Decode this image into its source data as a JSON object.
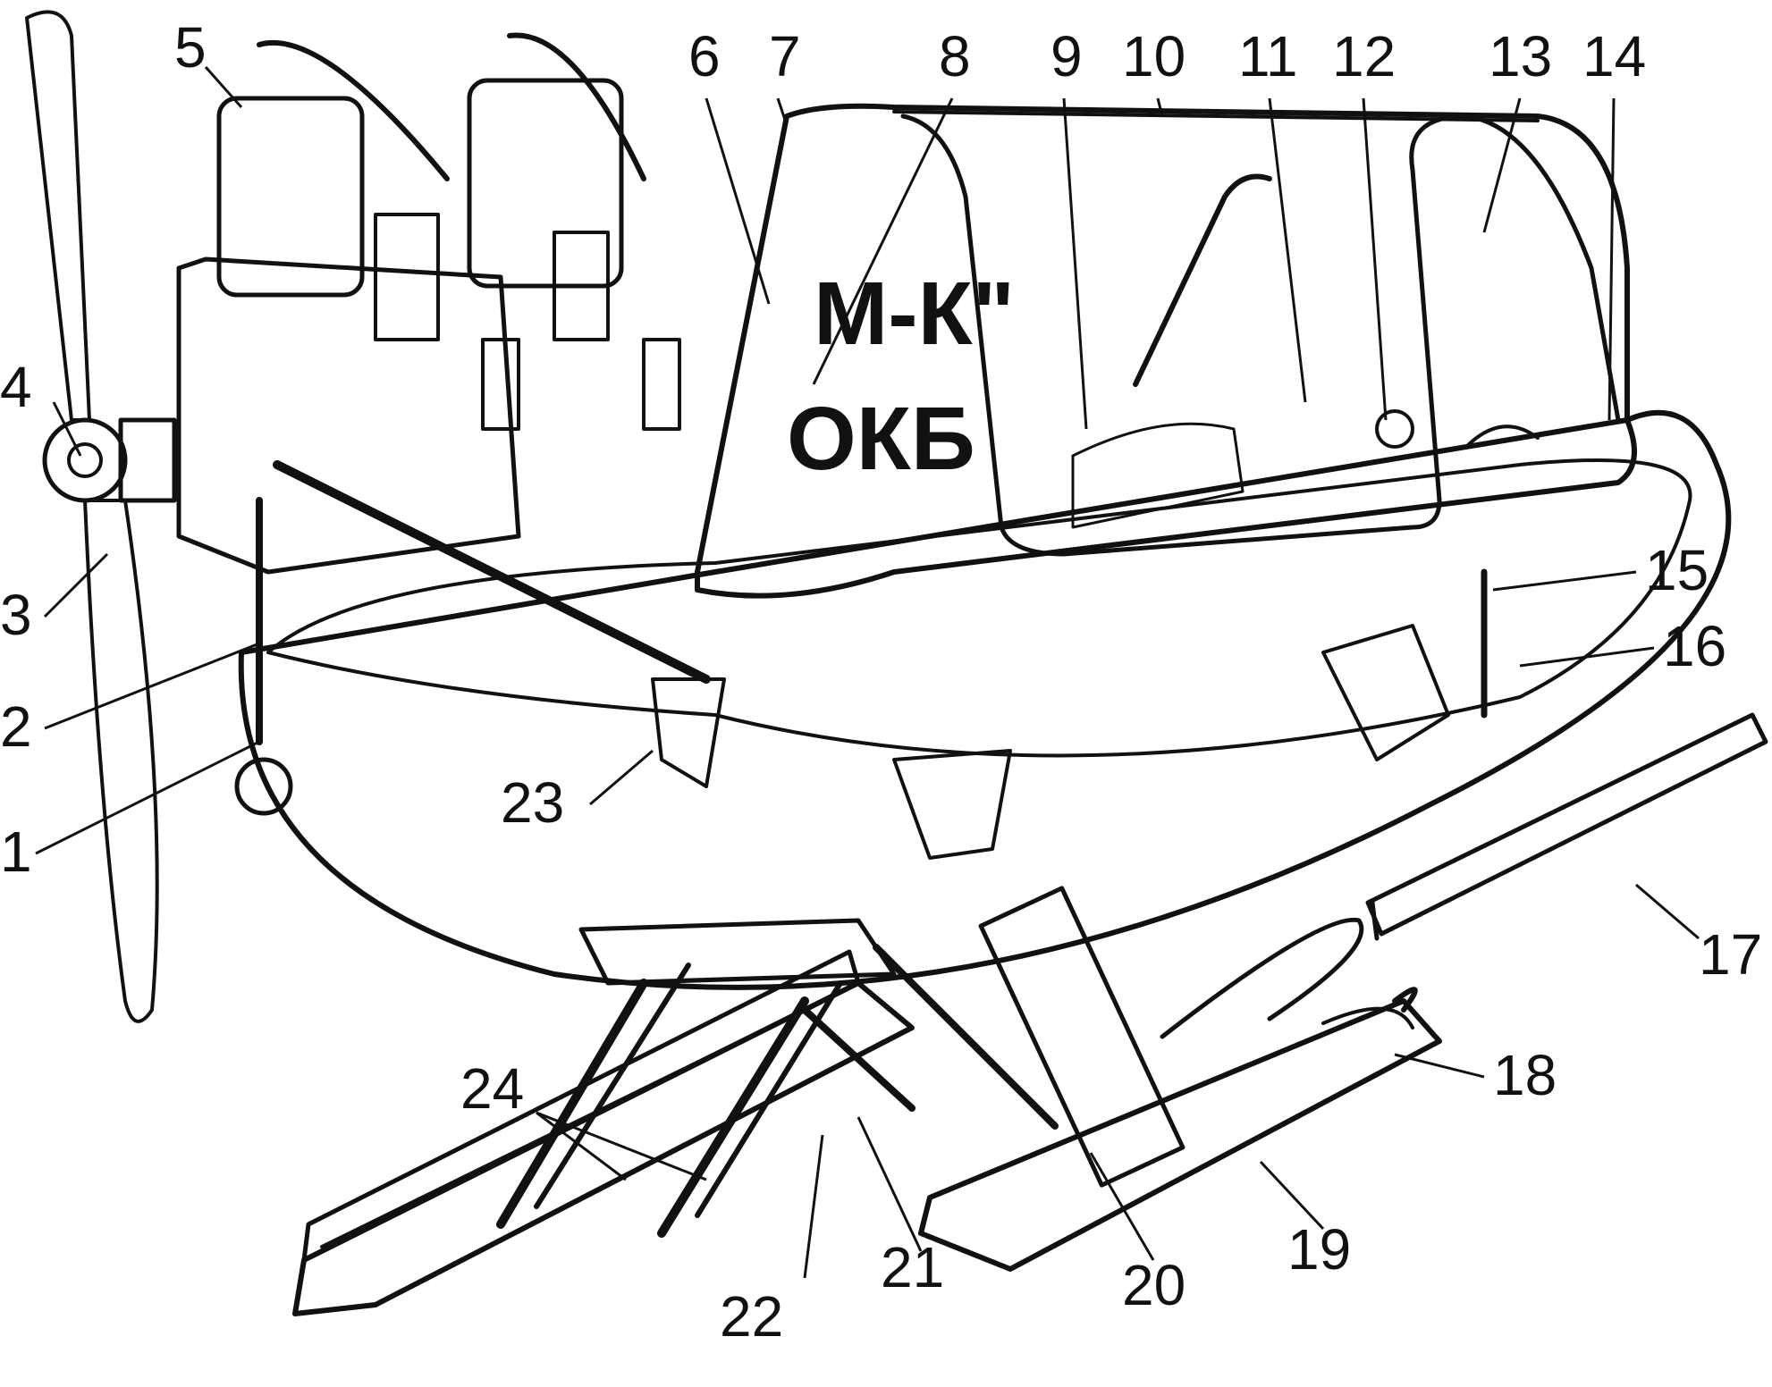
{
  "fuselage": {
    "marking_line1": "М-К\"",
    "marking_line2": "ОКБ"
  },
  "callouts": [
    "1",
    "2",
    "3",
    "4",
    "5",
    "6",
    "7",
    "8",
    "9",
    "10",
    "11",
    "12",
    "13",
    "14",
    "15",
    "16",
    "17",
    "18",
    "19",
    "20",
    "21",
    "22",
    "23",
    "24"
  ],
  "colors": {
    "ink": "#111111",
    "paper": "#ffffff"
  }
}
